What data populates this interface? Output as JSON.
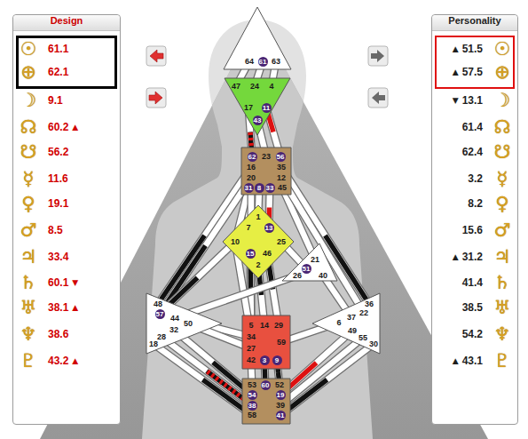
{
  "diagram": {
    "nodes": [
      {
        "text": [
          "Design"
        ]
      },
      {
        "text": [
          "☉",
          "61.1"
        ],
        "in": 0
      },
      {
        "text": [
          "⊕",
          "62.1"
        ],
        "in": 0
      },
      {
        "text": [
          "☽",
          "9.1"
        ],
        "in": 0
      },
      {
        "text": [
          "☊",
          "60.2",
          "▲"
        ],
        "in": 0
      },
      {
        "text": [
          "☋",
          "56.2"
        ],
        "in": 0
      },
      {
        "text": [
          "☿",
          "11.6"
        ],
        "in": 0
      },
      {
        "text": [
          "♀",
          "19.1"
        ],
        "in": 0
      },
      {
        "text": [
          "♂",
          "8.5"
        ],
        "in": 0
      },
      {
        "text": [
          "♃",
          "33.4"
        ],
        "in": 0
      },
      {
        "text": [
          "♄",
          "60.1",
          "▼"
        ],
        "in": 0
      },
      {
        "text": [
          "♅",
          "38.1",
          "▲"
        ],
        "in": 0
      },
      {
        "text": [
          "♆",
          "38.6"
        ],
        "in": 0
      },
      {
        "text": [
          "♇",
          "43.2",
          "▲"
        ],
        "in": 0
      },
      {
        "text": [
          "Personality"
        ]
      },
      {
        "text": [
          "▲",
          "51.5",
          "☉"
        ],
        "in": 14
      },
      {
        "text": [
          "▲",
          "57.5",
          "⊕"
        ],
        "in": 14
      },
      {
        "text": [
          "▼",
          "13.1",
          "☽"
        ],
        "in": 14
      },
      {
        "text": [
          "61.4",
          "☊"
        ],
        "in": 14
      },
      {
        "text": [
          "62.4",
          "☋"
        ],
        "in": 14
      },
      {
        "text": [
          "3.2",
          "☿"
        ],
        "in": 14
      },
      {
        "text": [
          "8.2",
          "♀"
        ],
        "in": 14
      },
      {
        "text": [
          "15.6",
          "♂"
        ],
        "in": 14
      },
      {
        "text": [
          "▲",
          "31.2",
          "♃"
        ],
        "in": 14
      },
      {
        "text": [
          "41.4",
          "♄"
        ],
        "in": 14
      },
      {
        "text": [
          "38.5",
          "♅"
        ],
        "in": 14
      },
      {
        "text": [
          "54.2",
          "♆"
        ],
        "in": 14
      },
      {
        "text": [
          "▲",
          "43.1",
          "♇"
        ],
        "in": 14
      },
      {
        "text": [
          "64",
          "61",
          "63"
        ]
      },
      {
        "text": [
          "47",
          "24",
          "4",
          "17",
          "11",
          "43"
        ]
      },
      {
        "text": [
          "62",
          "23",
          "56",
          "16",
          "35",
          "20",
          "12",
          "31",
          "8",
          "33",
          "45"
        ]
      },
      {
        "text": [
          "1",
          "7",
          "13",
          "10",
          "25",
          "15",
          "46",
          "2"
        ]
      },
      {
        "text": [
          "21",
          "51",
          "26",
          "40"
        ]
      },
      {
        "text": [
          "48",
          "57",
          "44",
          "50",
          "32",
          "28",
          "18"
        ]
      },
      {
        "text": [
          "36",
          "22",
          "37",
          "6",
          "49",
          "55",
          "30"
        ]
      },
      {
        "text": [
          "5",
          "14",
          "29",
          "34",
          "59",
          "27",
          "42",
          "3",
          "9"
        ]
      },
      {
        "text": [
          "53",
          "60",
          "52",
          "54",
          "19",
          "38",
          "39",
          "58",
          "41"
        ]
      }
    ],
    "edges": [
      {
        "from": 28,
        "to": 29,
        "arrow": "none"
      },
      {
        "from": 28,
        "to": 29,
        "arrow": "none"
      },
      {
        "from": 28,
        "to": 29,
        "arrow": "none"
      },
      {
        "from": 29,
        "to": 30,
        "arrow": "none"
      },
      {
        "from": 29,
        "to": 30,
        "arrow": "none"
      },
      {
        "from": 29,
        "to": 30,
        "arrow": "none"
      },
      {
        "from": 30,
        "to": 31,
        "arrow": "none"
      },
      {
        "from": 30,
        "to": 31,
        "arrow": "none"
      },
      {
        "from": 30,
        "to": 31,
        "arrow": "none"
      },
      {
        "from": 30,
        "to": 31,
        "arrow": "none"
      },
      {
        "from": 30,
        "to": 33,
        "arrow": "none"
      },
      {
        "from": 30,
        "to": 33,
        "arrow": "none"
      },
      {
        "from": 30,
        "to": 35,
        "arrow": "none"
      },
      {
        "from": 30,
        "to": 32,
        "arrow": "none"
      },
      {
        "from": 30,
        "to": 34,
        "arrow": "none"
      },
      {
        "from": 30,
        "to": 34,
        "arrow": "none"
      },
      {
        "from": 31,
        "to": 32,
        "arrow": "none"
      },
      {
        "from": 31,
        "to": 33,
        "arrow": "none"
      },
      {
        "from": 31,
        "to": 35,
        "arrow": "none"
      },
      {
        "from": 31,
        "to": 35,
        "arrow": "none"
      },
      {
        "from": 31,
        "to": 35,
        "arrow": "none"
      },
      {
        "from": 31,
        "to": 35,
        "arrow": "none"
      },
      {
        "from": 32,
        "to": 33,
        "arrow": "none"
      },
      {
        "from": 32,
        "to": 34,
        "arrow": "none"
      },
      {
        "from": 33,
        "to": 35,
        "arrow": "none"
      },
      {
        "from": 33,
        "to": 35,
        "arrow": "none"
      },
      {
        "from": 35,
        "to": 34,
        "arrow": "none"
      },
      {
        "from": 35,
        "to": 36,
        "arrow": "none"
      },
      {
        "from": 35,
        "to": 36,
        "arrow": "none"
      },
      {
        "from": 35,
        "to": 36,
        "arrow": "none"
      },
      {
        "from": 36,
        "to": 33,
        "arrow": "none"
      },
      {
        "from": 36,
        "to": 33,
        "arrow": "none"
      },
      {
        "from": 36,
        "to": 33,
        "arrow": "none"
      },
      {
        "from": 36,
        "to": 34,
        "arrow": "none"
      },
      {
        "from": 36,
        "to": 34,
        "arrow": "none"
      },
      {
        "from": 36,
        "to": 34,
        "arrow": "none"
      }
    ]
  }
}
